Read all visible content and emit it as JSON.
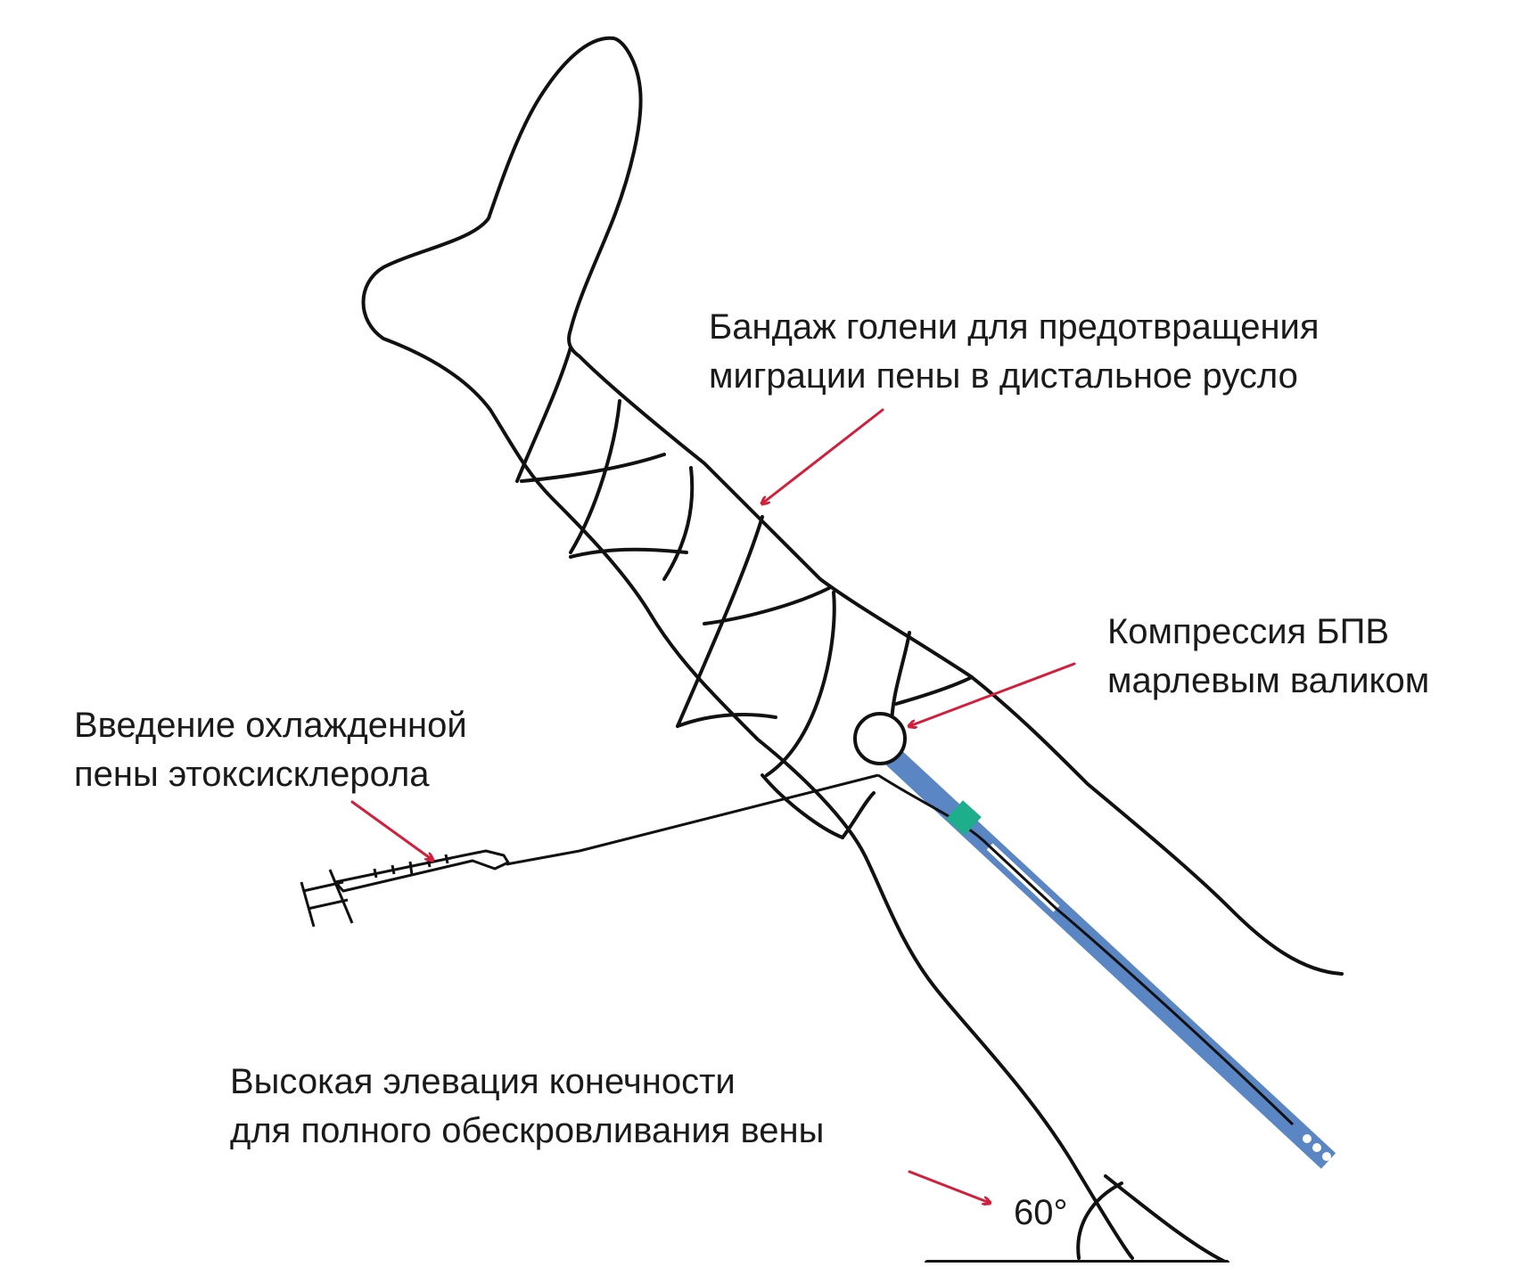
{
  "labels": {
    "bandage": [
      "Бандаж голени для предотвращения",
      "миграции пены в дистальное русло"
    ],
    "compression": [
      "Компрессия БПВ",
      "марлевым валиком"
    ],
    "injection": [
      "Введение охлажденной",
      "пены этоксисклерола"
    ],
    "elevation": [
      "Высокая элевация конечности",
      "для полного обескровливания вены"
    ],
    "angle": "60°"
  },
  "colors": {
    "outline": "#111111",
    "arrow": "#d21f3c",
    "catheter": "#5b86c4",
    "marker": "#1fae8c",
    "text": "#1a1a1a"
  }
}
